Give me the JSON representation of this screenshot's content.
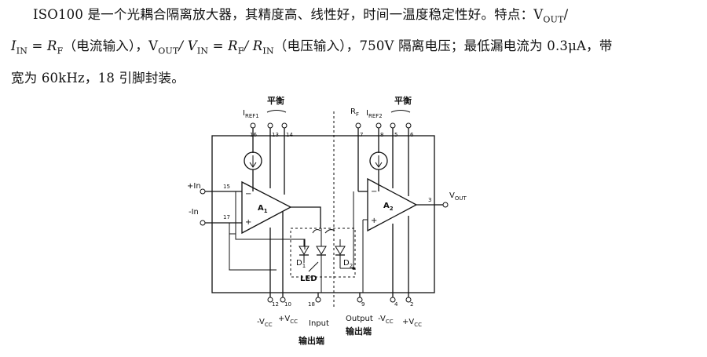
{
  "description": {
    "line1": "ISO100 是一个光耦合隔离放大器，其精度高、线性好，时间一温度稳定性好。特点：V",
    "line1_sub": "OUT",
    "line1_end": "/",
    "line2": "I",
    "line2_sub": "IN",
    "line2_rest": " = R",
    "line2_subF": "F",
    "line2_mid": "（电流输入），V",
    "line2_sub2": "OUT",
    "line2_mid2": "/ V",
    "line2_sub3": "IN",
    "line2_mid3": " = R",
    "line2_subF2": "F",
    "line2_mid4": "/ R",
    "line2_sub4": "IN",
    "line2_end": "（电压输入），750V 隔离电压；最低漏电流为 0.3μA，带",
    "line3": "宽为 60kHz，18 引脚封装。"
  },
  "diagram": {
    "iref1": "I",
    "iref1_sub": "REF1",
    "balance_left": "平衡",
    "balance_right": "平衡",
    "rf": "R",
    "rf_sub": "F",
    "iref2": "I",
    "iref2_sub": "REF2",
    "pin16": "16",
    "pin13": "13",
    "pin14": "14",
    "pin7": "7",
    "pin8": "8",
    "pin5": "5",
    "pin6": "6",
    "pin15": "15",
    "pin17": "17",
    "pin3": "3",
    "pin12": "12",
    "pin10": "10",
    "pin18": "18",
    "pin9": "9",
    "pin4": "4",
    "pin2": "2",
    "plus_in": "+In",
    "minus_in": "-In",
    "a1": "A",
    "a1_sub": "1",
    "a2": "A",
    "a2_sub": "2",
    "vout": "V",
    "vout_sub": "OUT",
    "d1": "D",
    "d1_sub": "1",
    "d2": "D",
    "d2_sub": "2",
    "led": "LED",
    "minus_vcc_l": "-V",
    "minus_vcc_l_sub": "CC",
    "plus_vcc_l": "+V",
    "plus_vcc_l_sub": "CC",
    "input": "Input",
    "output": "Output",
    "minus_vcc_r": "-V",
    "minus_vcc_r_sub": "CC",
    "plus_vcc_r": "+V",
    "plus_vcc_r_sub": "CC",
    "output_end_cn": "输出端",
    "output_end_cn2": "输出端"
  }
}
